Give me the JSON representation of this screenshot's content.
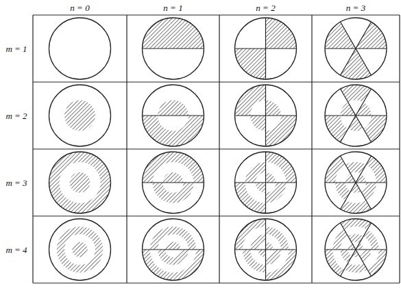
{
  "diagram": {
    "labels": [
      "n = 0",
      "n = 1",
      "n = 2",
      "n = 3",
      "m = 1",
      "m = 2",
      "m = 3",
      "m = 4"
    ]
  }
}
